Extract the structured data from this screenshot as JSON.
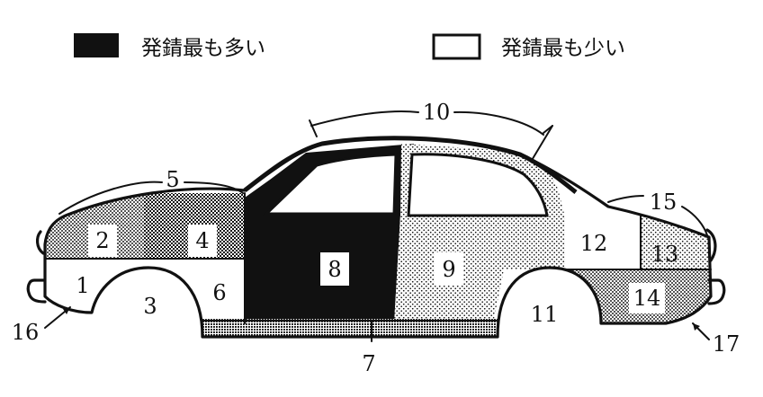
{
  "legend": {
    "most_label": "発錆最も多い",
    "least_label": "発錆最も少い"
  },
  "regions": [
    {
      "id": "1",
      "label": "1"
    },
    {
      "id": "2",
      "label": "2"
    },
    {
      "id": "3",
      "label": "3"
    },
    {
      "id": "4",
      "label": "4"
    },
    {
      "id": "5",
      "label": "5"
    },
    {
      "id": "6",
      "label": "6"
    },
    {
      "id": "7",
      "label": "7"
    },
    {
      "id": "8",
      "label": "8"
    },
    {
      "id": "9",
      "label": "9"
    },
    {
      "id": "10",
      "label": "10"
    },
    {
      "id": "11",
      "label": "11"
    },
    {
      "id": "12",
      "label": "12"
    },
    {
      "id": "13",
      "label": "13"
    },
    {
      "id": "14",
      "label": "14"
    },
    {
      "id": "15",
      "label": "15"
    },
    {
      "id": "16",
      "label": "16"
    },
    {
      "id": "17",
      "label": "17"
    }
  ],
  "colors": {
    "most": "#111111",
    "least": "#ffffff",
    "outline": "#111111"
  }
}
